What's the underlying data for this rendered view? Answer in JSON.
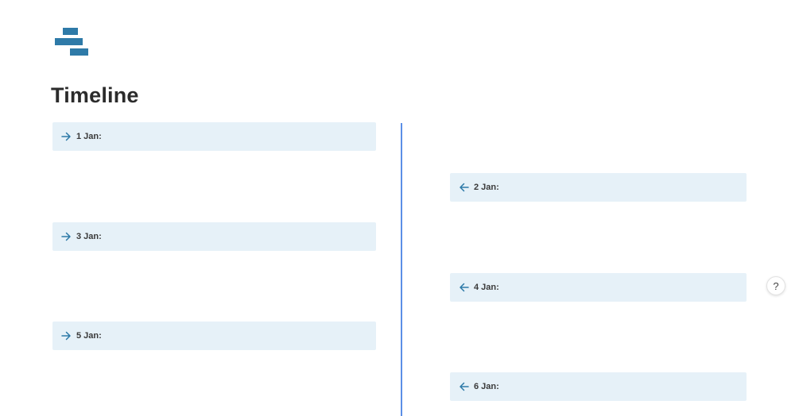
{
  "logo": {
    "name": "logo-icon"
  },
  "page": {
    "title": "Timeline"
  },
  "colors": {
    "accent": "#2e7aa8",
    "divider": "#5b8fe6",
    "card_bg": "#e6f1f8"
  },
  "timeline": {
    "left": [
      {
        "label": "1 Jan:",
        "icon": "arrow-right-icon"
      },
      {
        "label": "3 Jan:",
        "icon": "arrow-right-icon"
      },
      {
        "label": "5 Jan:",
        "icon": "arrow-right-icon"
      }
    ],
    "right": [
      {
        "label": "2 Jan:",
        "icon": "arrow-left-icon"
      },
      {
        "label": "4 Jan:",
        "icon": "arrow-left-icon"
      },
      {
        "label": "6 Jan:",
        "icon": "arrow-left-icon"
      }
    ]
  },
  "help": {
    "label": "?",
    "icon": "help-icon"
  }
}
